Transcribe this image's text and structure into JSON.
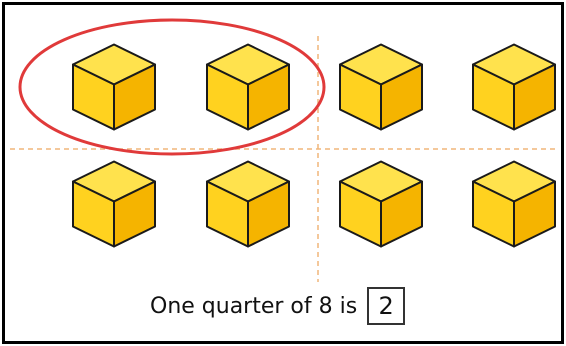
{
  "caption": {
    "text": "One quarter of 8 is",
    "answer": "2"
  },
  "cubes": {
    "total": 8,
    "circled": 2,
    "rows": 2,
    "columns": 4
  },
  "colors": {
    "cube_top": "#FFE24D",
    "cube_left": "#FFD21F",
    "cube_right": "#F5B400",
    "cube_outline": "#1a1a1a",
    "divider": "#F0B57A",
    "circle": "#E03A3A",
    "frame": "#000000"
  }
}
